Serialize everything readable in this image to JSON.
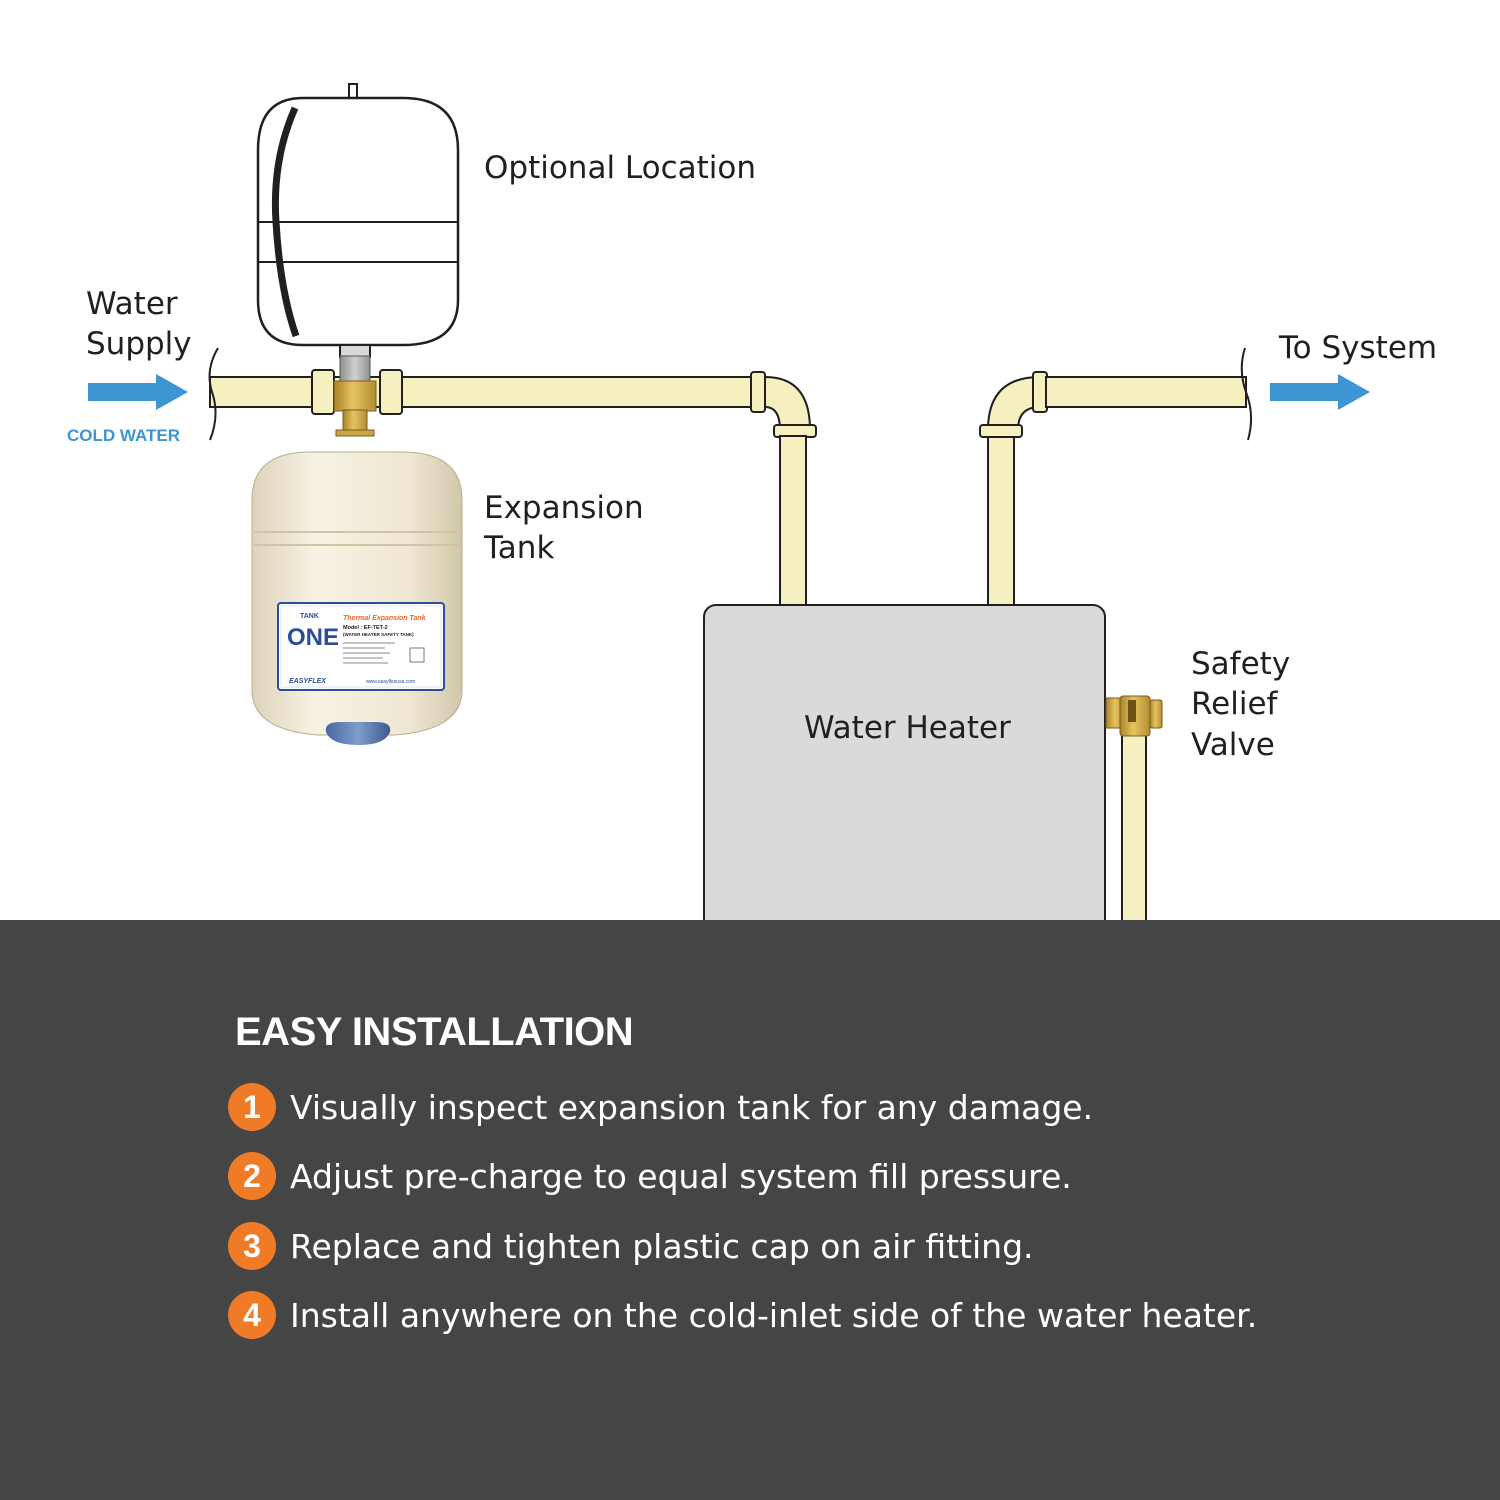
{
  "labels": {
    "optional_location": "Optional Location",
    "water_supply_line1": "Water",
    "water_supply_line2": "Supply",
    "cold_water": "COLD WATER",
    "expansion_tank_line1": "Expansion",
    "expansion_tank_line2": "Tank",
    "to_system": "To System",
    "water_heater": "Water Heater",
    "safety_relief_line1": "Safety",
    "safety_relief_line2": "Relief",
    "safety_relief_line3": "Valve"
  },
  "tank_sticker": {
    "brand_small": "TANK",
    "brand_big": "ONE",
    "product_title": "Thermal Expansion Tank",
    "model": "Model : EF-TET-2",
    "subtitle": "(WATER HEATER SAFETY TANK)",
    "maker": "EASYFLEX",
    "website": "www.easyflexusa.com"
  },
  "instructions": {
    "title": "EASY INSTALLATION",
    "steps": [
      {
        "number": "1",
        "text": "Visually inspect expansion tank for any damage."
      },
      {
        "number": "2",
        "text": "Adjust pre-charge to equal system fill pressure."
      },
      {
        "number": "3",
        "text": "Replace and tighten plastic cap on air fitting."
      },
      {
        "number": "4",
        "text": "Install anywhere on the cold-inlet side of the water heater."
      }
    ]
  },
  "colors": {
    "pipe": "#f6f0c0",
    "pipe_outline": "#231f20",
    "arrow_blue": "#3d95d3",
    "heater_fill": "#d9dad9",
    "brass": "#d6b04a",
    "tank_cream": "#f1ead7",
    "panel_bg": "#454545",
    "badge_orange": "#ef7b27",
    "tank_cap_blue": "#5f7fae"
  }
}
